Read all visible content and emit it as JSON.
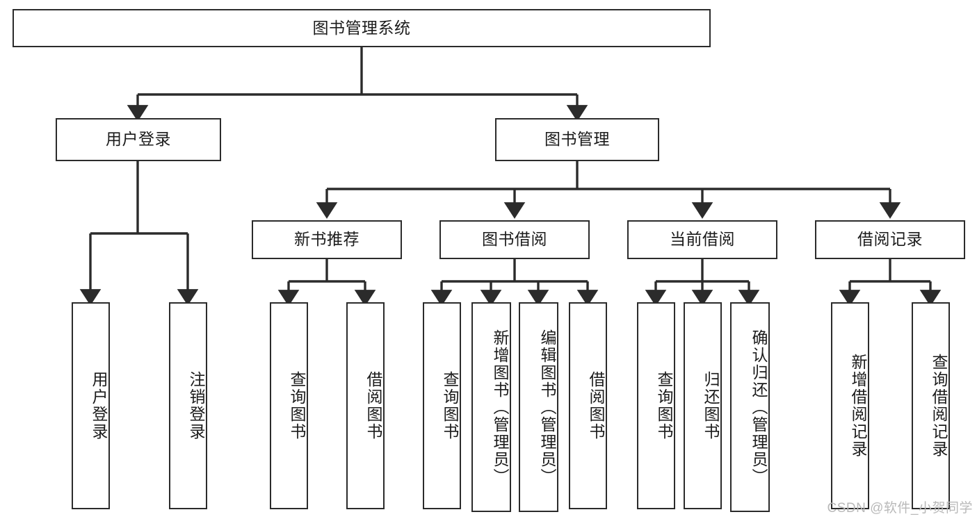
{
  "diagram": {
    "type": "tree",
    "title": "图书管理系统",
    "watermark": "CSDN @软件_小贺同学",
    "colors": {
      "box_border": "#2b2b2b",
      "box_fill": "#ffffff",
      "edge": "#2b2b2b",
      "text": "#1b1b1b",
      "watermark": "#b9b9b9"
    },
    "nodes": {
      "root": {
        "label": "图书管理系统"
      },
      "level1": [
        {
          "id": "user-login",
          "label": "用户登录"
        },
        {
          "id": "book-manage",
          "label": "图书管理"
        }
      ],
      "level2": [
        {
          "id": "new-book-recommend",
          "label": "新书推荐"
        },
        {
          "id": "book-borrow",
          "label": "图书借阅"
        },
        {
          "id": "current-borrow",
          "label": "当前借阅"
        },
        {
          "id": "borrow-record",
          "label": "借阅记录"
        }
      ],
      "leaves": {
        "user-login": [
          {
            "id": "leaf-user-login",
            "label": "用户登录"
          },
          {
            "id": "leaf-user-logout",
            "label": "注销登录"
          }
        ],
        "new-book-recommend": [
          {
            "id": "leaf-query-book-1",
            "label": "查询图书"
          },
          {
            "id": "leaf-borrow-book-1",
            "label": "借阅图书"
          }
        ],
        "book-borrow": [
          {
            "id": "leaf-query-book-2",
            "label": "查询图书"
          },
          {
            "id": "leaf-add-book-admin",
            "label": "新增图书（管理员）"
          },
          {
            "id": "leaf-edit-book-admin",
            "label": "编辑图书（管理员）"
          },
          {
            "id": "leaf-borrow-book-2",
            "label": "借阅图书"
          }
        ],
        "current-borrow": [
          {
            "id": "leaf-query-book-3",
            "label": "查询图书"
          },
          {
            "id": "leaf-return-book",
            "label": "归还图书"
          },
          {
            "id": "leaf-confirm-return-admin",
            "label": "确认归还（管理员）"
          }
        ],
        "borrow-record": [
          {
            "id": "leaf-add-borrow-record",
            "label": "新增借阅记录"
          },
          {
            "id": "leaf-query-borrow-record",
            "label": "查询借阅记录"
          }
        ]
      }
    }
  }
}
